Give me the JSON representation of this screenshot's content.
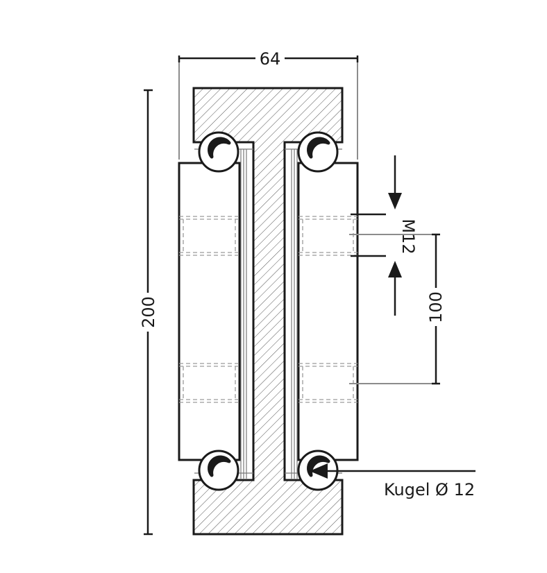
{
  "drawing": {
    "title": "",
    "dimensions": {
      "width": "64",
      "height": "200",
      "spacing": "100",
      "thread": "M12"
    },
    "callout": {
      "ball": "Kugel Ø 12"
    }
  },
  "colors": {
    "line": "#1a1a1a",
    "hatch": "#555555",
    "hidden": "#9a9a9a",
    "dim_gray": "#8c8c8c",
    "background": "#ffffff"
  }
}
